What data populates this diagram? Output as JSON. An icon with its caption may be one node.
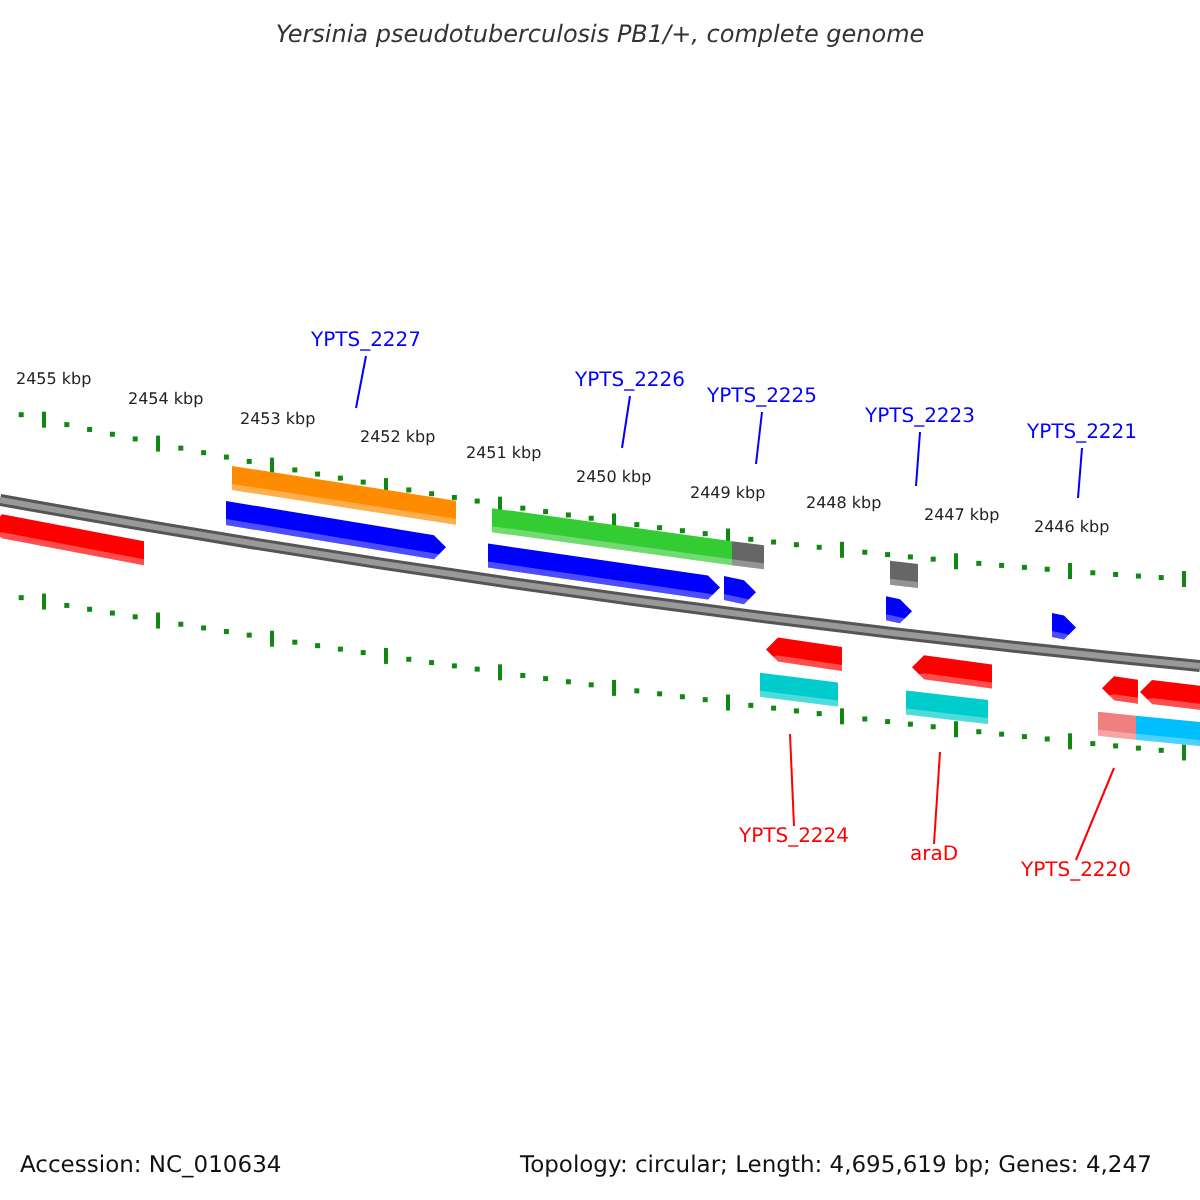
{
  "diagram": {
    "title": "Yersinia pseudotuberculosis PB1/+, complete genome",
    "nodes": [
      {
        "text": [
          "YPTS_2227"
        ]
      },
      {
        "text": [
          "YPTS_2226"
        ]
      },
      {
        "text": [
          "YPTS_2225"
        ]
      },
      {
        "text": [
          "YPTS_2223"
        ]
      },
      {
        "text": [
          "YPTS_2221"
        ]
      },
      {
        "text": [
          "YPTS_2224"
        ]
      },
      {
        "text": [
          "araD"
        ]
      },
      {
        "text": [
          "YPTS_2220"
        ]
      }
    ],
    "edges": [
      {
        "from": 0,
        "to": null,
        "arrow": "none"
      },
      {
        "from": 1,
        "to": null,
        "arrow": "none"
      },
      {
        "from": 2,
        "to": null,
        "arrow": "none"
      },
      {
        "from": 3,
        "to": null,
        "arrow": "none"
      },
      {
        "from": 4,
        "to": null,
        "arrow": "none"
      },
      {
        "from": 5,
        "to": null,
        "arrow": "none",
        "color": "#ff0000"
      },
      {
        "from": 6,
        "to": null,
        "arrow": "none",
        "color": "#ff0000"
      },
      {
        "from": 7,
        "to": null,
        "arrow": "none",
        "color": "#ff0000"
      }
    ],
    "labels": [
      "2455 kbp",
      "2454 kbp",
      "2453 kbp",
      "2452 kbp",
      "2451 kbp",
      "2450 kbp",
      "2449 kbp",
      "2448 kbp",
      "2447 kbp",
      "2446 kbp",
      "Accession: NC_010634",
      "Topology: circular; Length: 4,695,619 bp; Genes: 4,247"
    ]
  }
}
